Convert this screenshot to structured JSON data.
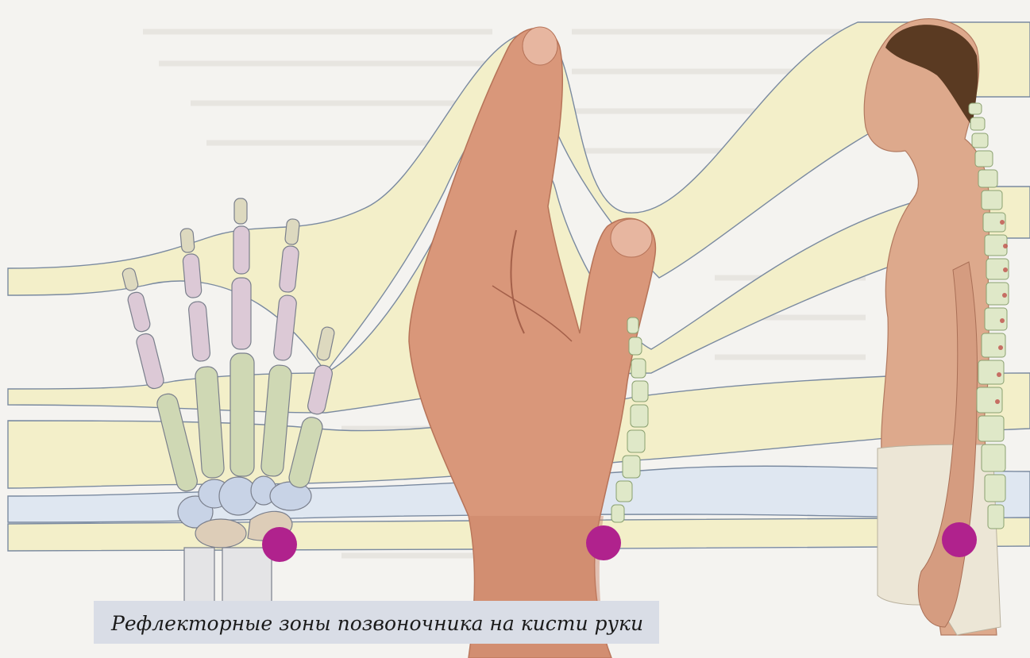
{
  "caption": "Рефлекторные зоны позвоночника на кисти руки",
  "colors": {
    "page": "#f4f3f0",
    "zone_cream": "#f3efc9",
    "zone_blue": "#dfe7f1",
    "phalanx": "#dcc9d6",
    "metacarpal": "#cfd8b4",
    "carpal_blue": "#c8d3e6",
    "carpal_tan": "#ddcdb8",
    "point_marker": "#b0228d",
    "skin": "#d9977a",
    "spine": "#dfe8c8",
    "caption_bg": "#d9dde6"
  },
  "icons": [
    "hand-skeleton-illustration",
    "hand-photo-illustration",
    "human-side-view-illustration",
    "spine-illustration",
    "reflex-point-marker"
  ]
}
